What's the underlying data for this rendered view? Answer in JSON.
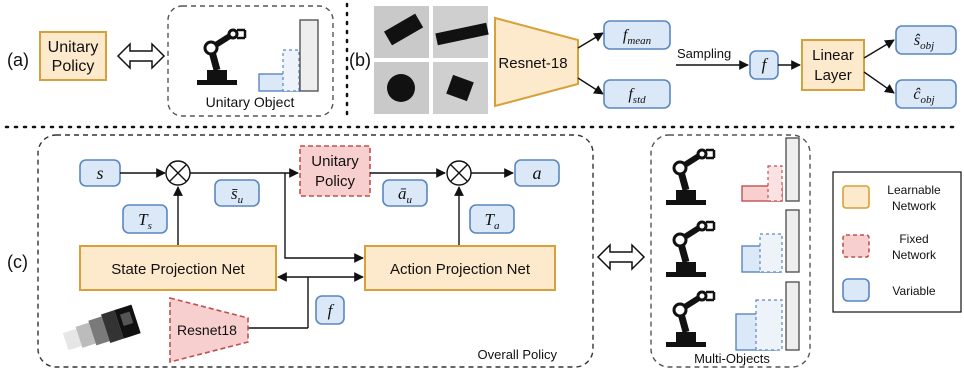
{
  "colors": {
    "learnable_fill": "#fde9cc",
    "learnable_stroke": "#d6a13a",
    "fixed_fill": "#f8cfcf",
    "fixed_stroke": "#c05050",
    "variable_fill": "#dbe8f8",
    "variable_stroke": "#5b86c0"
  },
  "panel_a": {
    "tag": "(a)",
    "policy_line1": "Unitary",
    "policy_line2": "Policy",
    "object_caption": "Unitary Object"
  },
  "panel_b": {
    "tag": "(b)",
    "encoder": "Resnet-18",
    "f_mean": "f",
    "f_mean_sub": "mean",
    "f_std": "f",
    "f_std_sub": "std",
    "sampling": "Sampling",
    "f": "f",
    "linear_line1": "Linear",
    "linear_line2": "Layer",
    "s_obj": "ŝ",
    "s_obj_sub": "obj",
    "c_obj": "ĉ",
    "c_obj_sub": "obj"
  },
  "panel_c": {
    "tag": "(c)",
    "s": "s",
    "a": "a",
    "s_u": "s̄",
    "s_u_sub": "u",
    "a_u": "ā",
    "a_u_sub": "u",
    "T_s": "T",
    "T_s_sub": "s",
    "T_a": "T",
    "T_a_sub": "a",
    "policy_line1": "Unitary",
    "policy_line2": "Policy",
    "state_net": "State Projection Net",
    "action_net": "Action Projection Net",
    "encoder": "Resnet18",
    "f": "f",
    "overall_caption": "Overall Policy",
    "multi_caption": "Multi-Objects"
  },
  "legend": {
    "learnable_line1": "Learnable",
    "learnable_line2": "Network",
    "fixed_line1": "Fixed",
    "fixed_line2": "Network",
    "variable": "Variable"
  }
}
